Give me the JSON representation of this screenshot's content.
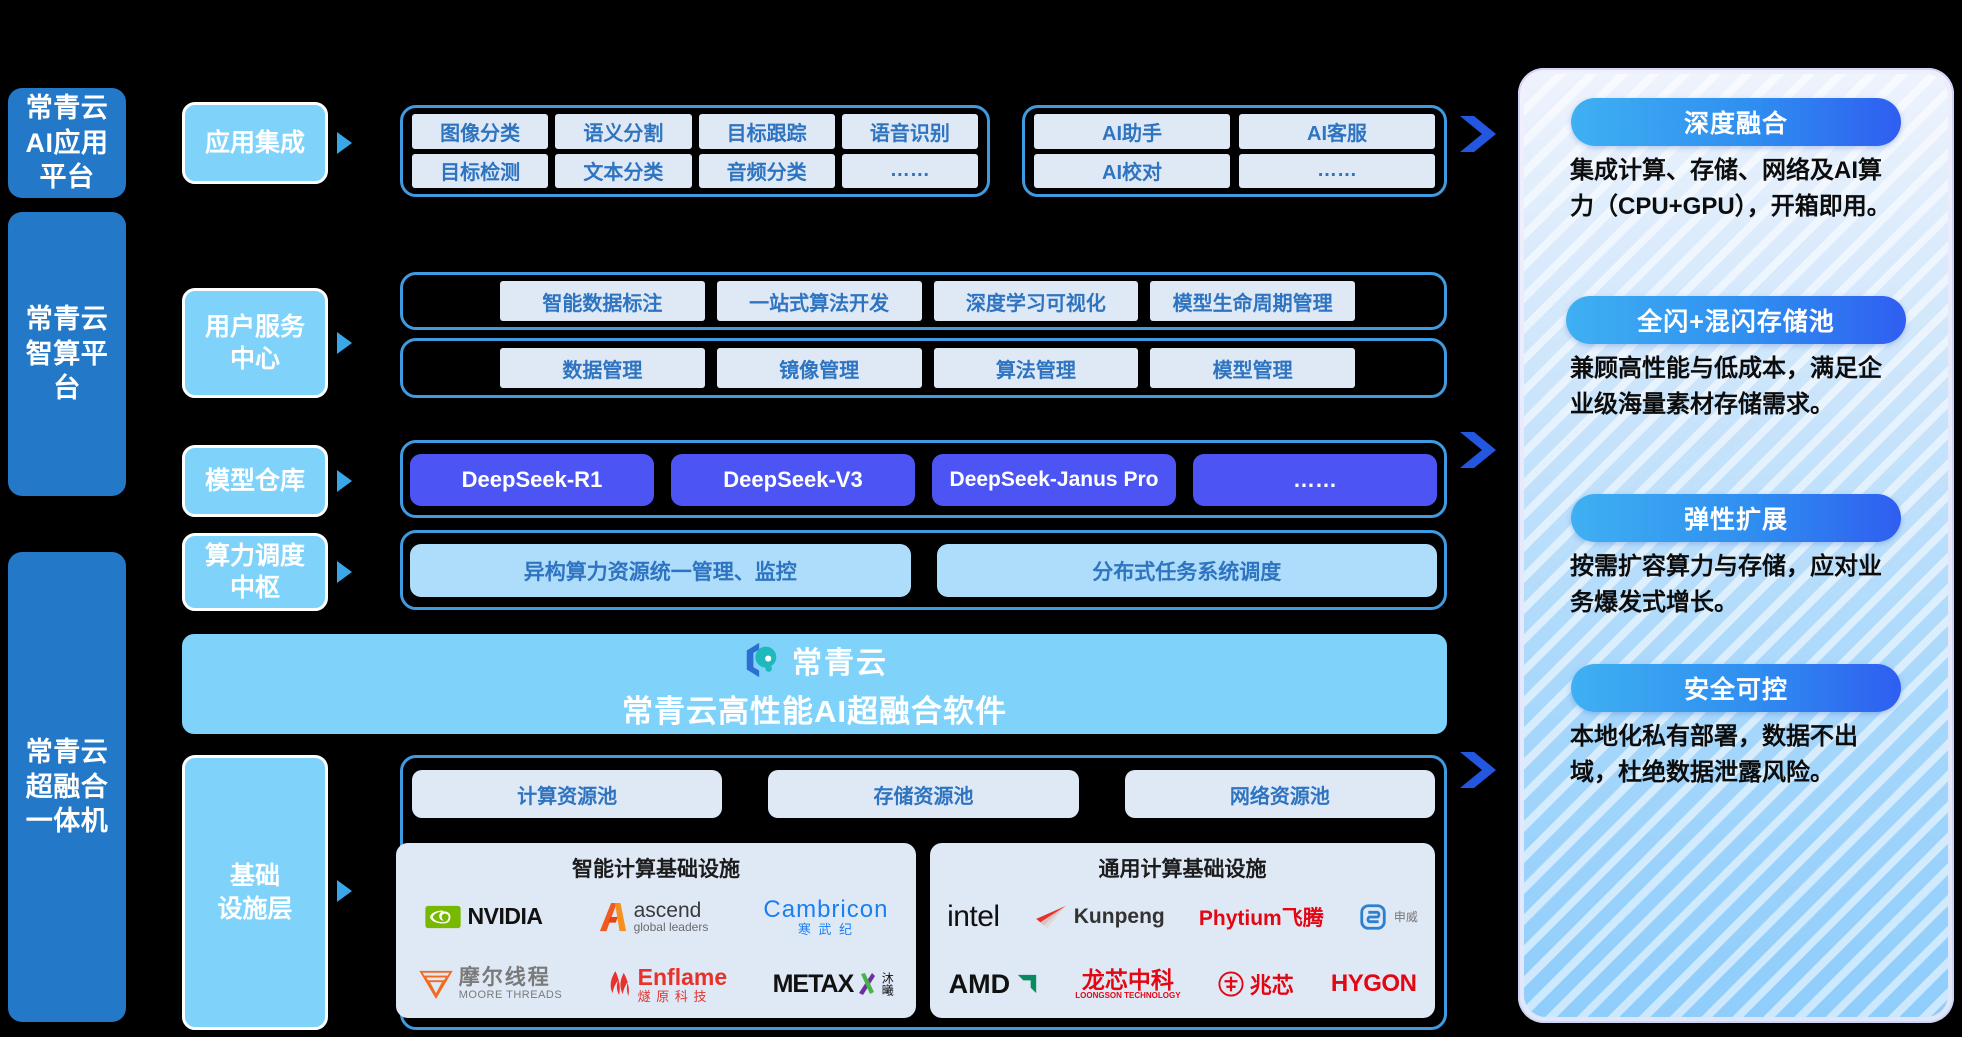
{
  "tiers": [
    {
      "label": "常青云\nAI应用\n平台"
    },
    {
      "label": "常青云\n智算平\n台"
    },
    {
      "label": "常青云\n超融合\n一体机"
    }
  ],
  "layers": [
    {
      "label": "应用集成"
    },
    {
      "label": "用户服务\n中心"
    },
    {
      "label": "模型仓库"
    },
    {
      "label": "算力调度\n中枢"
    },
    {
      "label": "基础\n设施层"
    }
  ],
  "app_integration": {
    "group_left": {
      "row1": [
        "图像分类",
        "语义分割",
        "目标跟踪",
        "语音识别"
      ],
      "row2": [
        "目标检测",
        "文本分类",
        "音频分类",
        "……"
      ]
    },
    "group_right": {
      "row1": [
        "AI助手",
        "AI客服"
      ],
      "row2": [
        "AI校对",
        "……"
      ]
    }
  },
  "user_service": {
    "row1": [
      "智能数据标注",
      "一站式算法开发",
      "深度学习可视化",
      "模型生命周期管理"
    ],
    "row2": [
      "数据管理",
      "镜像管理",
      "算法管理",
      "模型管理"
    ]
  },
  "model_repo": [
    "DeepSeek-R1",
    "DeepSeek-V3",
    "DeepSeek-Janus Pro",
    "……"
  ],
  "scheduler": [
    "异构算力资源统一管理、监控",
    "分布式任务系统调度"
  ],
  "hero": {
    "brand": "常青云",
    "title": "常青云高性能AI超融合软件",
    "logo_icon": "hexagon-cloud-logo"
  },
  "resource_pools": [
    "计算资源池",
    "存储资源池",
    "网络资源池"
  ],
  "infra": {
    "intelligent": {
      "title": "智能计算基础设施",
      "vendors": [
        {
          "name": "NVIDIA",
          "sub": ""
        },
        {
          "name": "ascend",
          "sub": "global leaders"
        },
        {
          "name": "Cambricon",
          "sub": "寒   武   纪"
        },
        {
          "name": "摩尔线程",
          "sub": "MOORE THREADS"
        },
        {
          "name": "Enflame",
          "sub": "燧 原 科 技"
        },
        {
          "name": "METAX",
          "sub": "沐曦"
        }
      ]
    },
    "general": {
      "title": "通用计算基础设施",
      "vendors": [
        {
          "name": "intel",
          "sub": ""
        },
        {
          "name": "Kunpeng",
          "sub": ""
        },
        {
          "name": "Phytium飞腾",
          "sub": ""
        },
        {
          "name": "申威",
          "sub": ""
        },
        {
          "name": "AMD",
          "sub": ""
        },
        {
          "name": "龙芯中科",
          "sub": "LOONGSON TECHNOLOGY"
        },
        {
          "name": "兆芯",
          "sub": ""
        },
        {
          "name": "HYGON",
          "sub": ""
        }
      ]
    }
  },
  "features": [
    {
      "title": "深度融合",
      "desc": "集成计算、存储、网络及AI算力（CPU+GPU），开箱即用。"
    },
    {
      "title": "全闪+混闪存储池",
      "desc": "兼顾高性能与低成本，满足企业级海量素材存储需求。"
    },
    {
      "title": "弹性扩展",
      "desc": "按需扩容算力与存储，应对业务爆发式增长。"
    },
    {
      "title": "安全可控",
      "desc": "本地化私有部署，数据不出域，杜绝数据泄露风险。"
    }
  ],
  "colors": {
    "tier_blue": "#2379c8",
    "layer_blue": "#7fd3fb",
    "chip_pale": "#dfe9f6",
    "chip_text": "#2f74c0",
    "model_indigo": "#4c55f3",
    "accent": "#3f9ae0"
  }
}
